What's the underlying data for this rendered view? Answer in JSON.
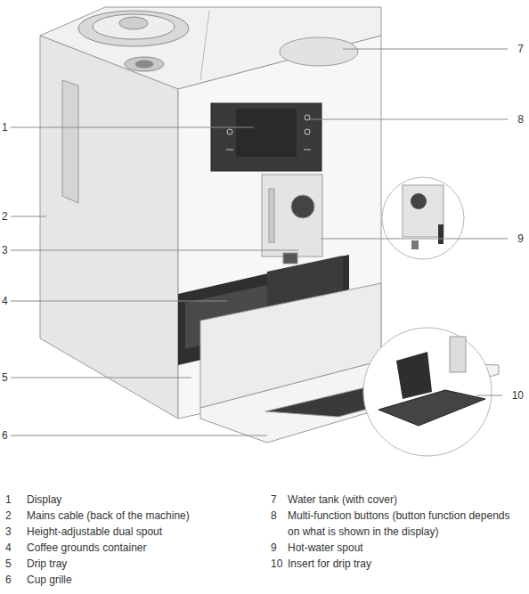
{
  "diagram": {
    "labels": [
      "1",
      "2",
      "3",
      "4",
      "5",
      "6",
      "7",
      "8",
      "9",
      "10",
      "1",
      "Display",
      "2",
      "Mains cable (back of the machine)",
      "3",
      "Height-adjustable dual spout",
      "4",
      "Coffee grounds container",
      "5",
      "Drip tray",
      "6",
      "Cup grille",
      "7",
      "Water tank (with cover)",
      "8",
      "Multi-function buttons (button function depends on what is shown in the display)",
      "9",
      "Hot-water spout",
      "10",
      "Insert for drip tray"
    ]
  }
}
